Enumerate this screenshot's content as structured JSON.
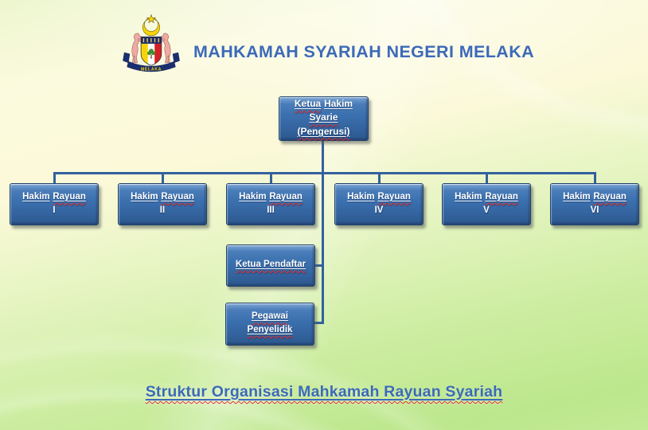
{
  "header": {
    "title": "MAHKAMAH SYARIAH NEGERI MELAKA",
    "logo": {
      "name": "melaka-state-crest",
      "banner_text": "MELAKA"
    }
  },
  "org_chart": {
    "root": {
      "word1": "Ketua",
      "word2": "Hakim",
      "line2": "Syarie",
      "line3": "(Pengerusi)"
    },
    "judges": [
      {
        "word1": "Hakim",
        "word2": "Rayuan",
        "numeral": "I"
      },
      {
        "word1": "Hakim",
        "word2": "Rayuan",
        "numeral": "II"
      },
      {
        "word1": "Hakim",
        "word2": "Rayuan",
        "numeral": "III"
      },
      {
        "word1": "Hakim",
        "word2": "Rayuan",
        "numeral": "IV"
      },
      {
        "word1": "Hakim",
        "word2": "Rayuan",
        "numeral": "V"
      },
      {
        "word1": "Hakim",
        "word2": "Rayuan",
        "numeral": "VI"
      }
    ],
    "registrar": {
      "label": "Ketua Pendaftar"
    },
    "research_officer": {
      "line1": "Pegawai",
      "line2": "Penyelidik"
    }
  },
  "footer": {
    "caption": "Struktur Organisasi Mahkamah Rayuan Syariah"
  },
  "colors": {
    "box_fill": "#3b70af",
    "box_border": "#1e4268",
    "connector": "#33619e",
    "title_blue": "#3c6ab8",
    "squiggle_red": "#e03030",
    "background_green": "#bce78d",
    "background_cream": "#fbfade",
    "crest_navy": "#1c2d6b",
    "crest_yellow": "#f7d408",
    "crest_red": "#d42027",
    "crest_pink": "#eeaaa3"
  }
}
